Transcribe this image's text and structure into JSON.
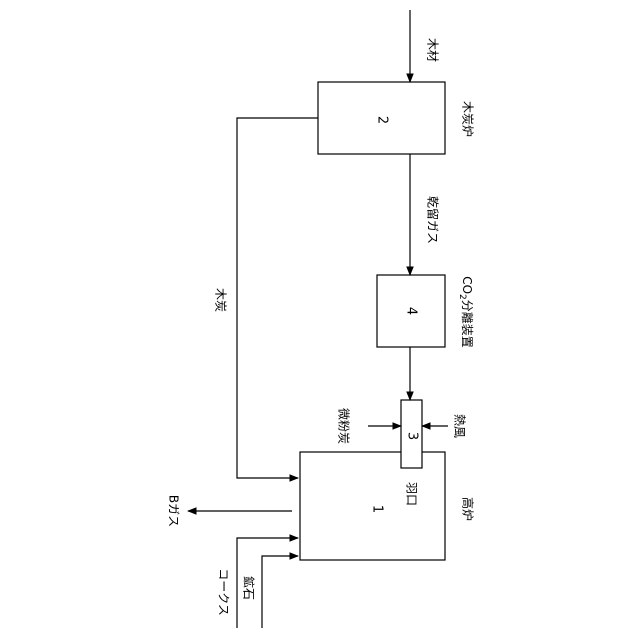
{
  "labels": {
    "wood": "木材",
    "charcoal_furnace": "木炭炉",
    "dry_distillation_gas": "乾留ガス",
    "co2_separator_prefix": "CO",
    "co2_separator_sub": "2",
    "co2_separator_suffix": "分離装置",
    "charcoal": "木炭",
    "fine_coal": "微粉炭",
    "hot_blast": "熱風",
    "tuyere": "羽口",
    "blast_furnace": "高炉",
    "b_gas": "Bガス",
    "coke": "コークス",
    "ore": "鉱石"
  },
  "numbers": {
    "blast_furnace": "1",
    "charcoal_furnace": "2",
    "tuyere": "3",
    "co2_separator": "4"
  },
  "colors": {
    "line": "#000000",
    "background": "#ffffff"
  }
}
